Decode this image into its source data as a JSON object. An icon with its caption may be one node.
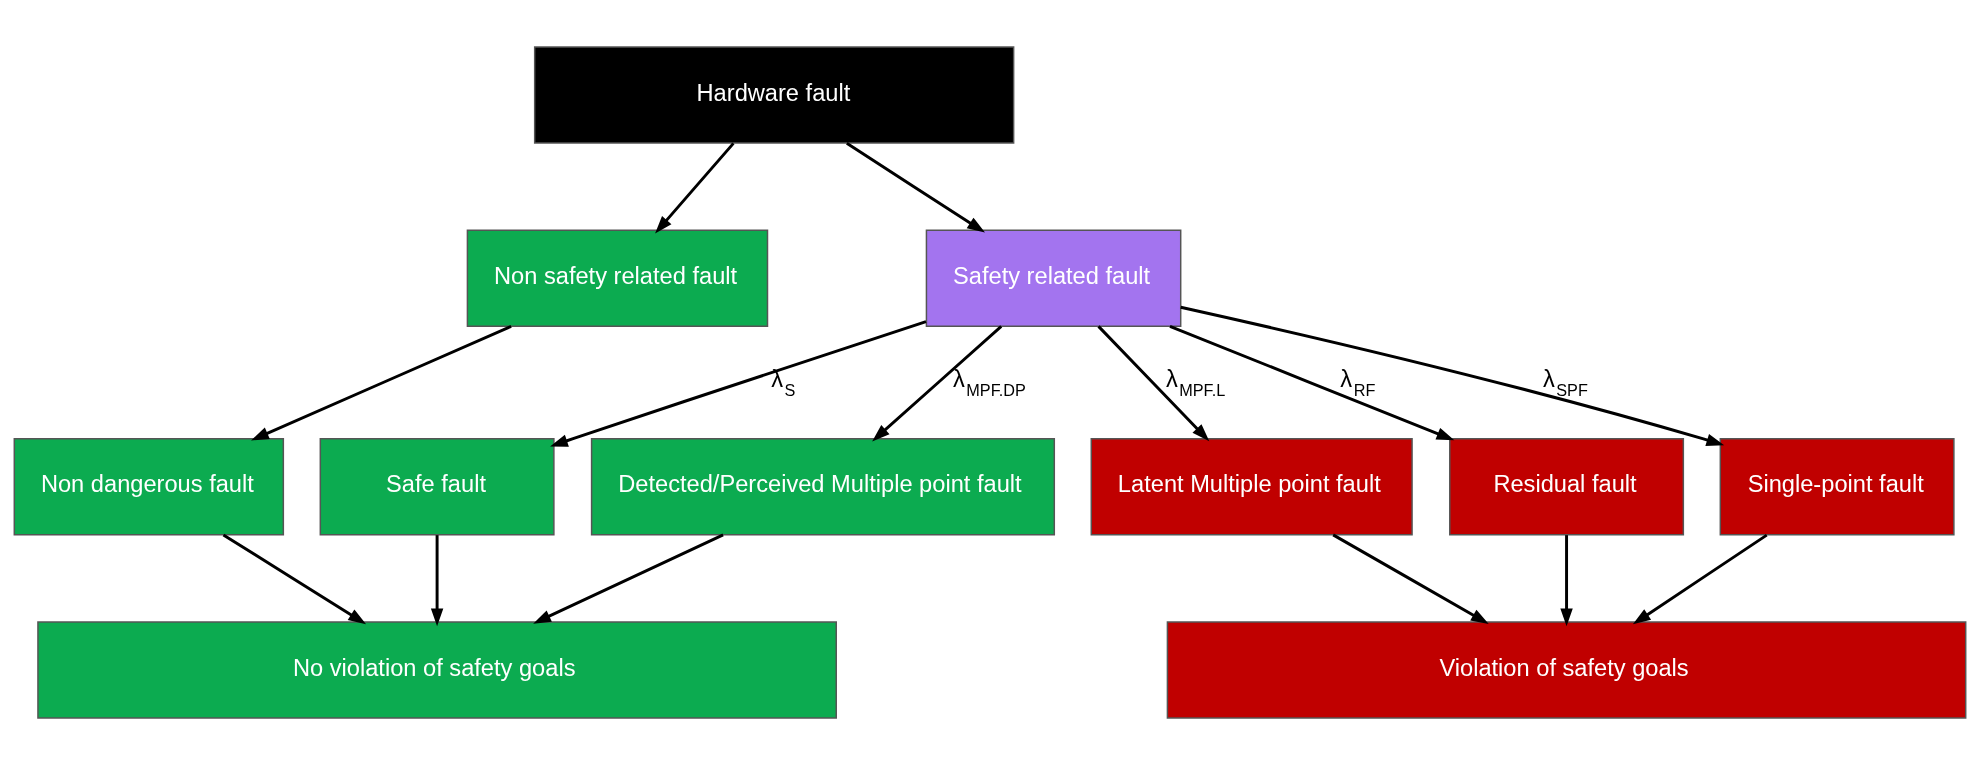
{
  "diagram": {
    "nodes": [
      {
        "text": [
          "Hardware fault"
        ]
      },
      {
        "text": [
          "Non safety related fault"
        ]
      },
      {
        "text": [
          "Safety related fault"
        ]
      },
      {
        "text": [
          "Non dangerous fault"
        ]
      },
      {
        "text": [
          "Safe fault"
        ]
      },
      {
        "text": [
          "Detected/Perceived Multiple point fault"
        ]
      },
      {
        "text": [
          "Latent Multiple point fault"
        ]
      },
      {
        "text": [
          "Residual fault"
        ]
      },
      {
        "text": [
          "Single-point fault"
        ]
      },
      {
        "text": [
          "No violation of safety goals"
        ]
      },
      {
        "text": [
          "Violation of safety goals"
        ]
      }
    ],
    "edges": [
      {
        "from": 0,
        "to": 1,
        "arrow": "to"
      },
      {
        "from": 0,
        "to": 2,
        "arrow": "to"
      },
      {
        "from": 1,
        "to": 3,
        "arrow": "to"
      },
      {
        "from": 2,
        "to": 4,
        "arrow": "to",
        "label": "λ$_{S}$"
      },
      {
        "from": 2,
        "to": 5,
        "arrow": "to",
        "label": "λ$_{MPF.DP}$"
      },
      {
        "from": 2,
        "to": 6,
        "arrow": "to",
        "label": "λ$_{MPF.L}$"
      },
      {
        "from": 2,
        "to": 7,
        "arrow": "to",
        "label": "λ$_{RF}$"
      },
      {
        "from": 2,
        "to": 8,
        "arrow": "to",
        "label": "λ$_{SPF}$"
      },
      {
        "from": 3,
        "to": 9,
        "arrow": "to"
      },
      {
        "from": 4,
        "to": 9,
        "arrow": "to"
      },
      {
        "from": 5,
        "to": 9,
        "arrow": "to"
      },
      {
        "from": 6,
        "to": 10,
        "arrow": "to"
      },
      {
        "from": 7,
        "to": 10,
        "arrow": "to"
      },
      {
        "from": 8,
        "to": 10,
        "arrow": "to"
      }
    ]
  }
}
